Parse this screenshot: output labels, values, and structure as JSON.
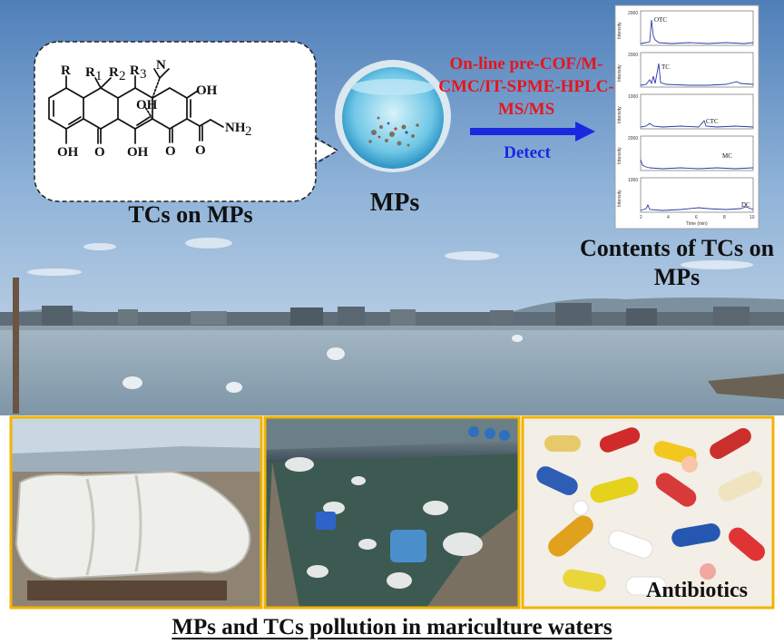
{
  "labels": {
    "tcs_on_mps": "TCs on MPs",
    "mps": "MPs",
    "method": "On-line pre-COF/M-CMC/IT-SPME-HPLC-MS/MS",
    "detect": "Detect",
    "contents": "Contents of TCs on MPs",
    "antibiotics": "Antibiotics",
    "footer": "MPs and TCs pollution in mariculture waters"
  },
  "molecule": {
    "R": "R",
    "R1": "R",
    "R1_sub": "1",
    "R2": "R",
    "R2_sub": "2",
    "R3": "R",
    "R3_sub": "3",
    "N": "N",
    "OH_top": "OH",
    "OH_mid": "OH",
    "OH_bottom_left": "OH",
    "OH_bottom_mid": "OH",
    "O_left": "O",
    "O_right": "O",
    "O_amide": "O",
    "NH2": "NH",
    "NH2_sub": "2"
  },
  "chromatograms": {
    "y_axis_label": "Intensity",
    "x_axis_label": "Time (min)",
    "x_ticks": [
      "2",
      "4",
      "6",
      "8",
      "10"
    ],
    "panels": [
      {
        "peak": "OTC",
        "y_tick": "2000"
      },
      {
        "peak": "TC",
        "y_tick": "2000"
      },
      {
        "peak": "CTC",
        "y_tick": "1000"
      },
      {
        "peak": "MC",
        "y_tick": "2000"
      },
      {
        "peak": "DC",
        "y_tick": "1000"
      }
    ]
  },
  "colors": {
    "method_text": "#e8141c",
    "detect_text": "#1a28e0",
    "arrow": "#1a28e0",
    "photo_border": "#f0b400",
    "chromatogram_line": "#2a3aa8"
  }
}
